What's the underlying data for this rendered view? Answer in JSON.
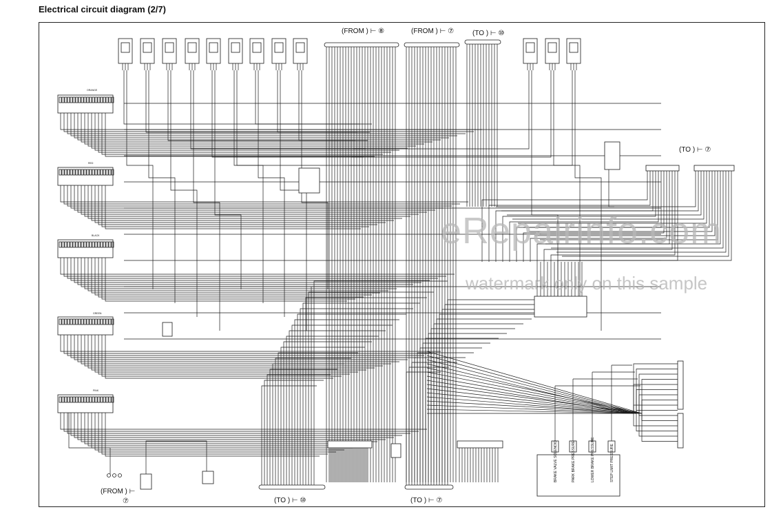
{
  "title": "Electrical circuit diagram (2/7)",
  "watermark": {
    "main": "eRepairinfo.com",
    "sub": "watermark only on this sample"
  },
  "bus_labels": {
    "top_from_1": "(FROM ) ⊢ ⑧",
    "top_from_2": "(FROM ) ⊢ ⑦",
    "top_to_1": "(TO ) ⊢ ⑩",
    "right_to": "(TO ) ⊢ ⑦",
    "bottom_from": "(FROM ) ⊢",
    "bottom_from_num": "⑦",
    "bottom_to_1": "(TO )  ⊢ ⑩",
    "bottom_to_2": "(TO )  ⊢ ⑦"
  },
  "brake_labels": [
    "BRAKE VALVE SOLENOID",
    "PARK BRAKE PRESSURE",
    "LOWER BRAKE PRESSURE",
    "STEP LIMIT PRESSURE"
  ],
  "connector_labels": [
    "ORANGE",
    "RED",
    "BLACK",
    "GREEN",
    "PINK"
  ],
  "colors": {
    "line": "#1a1a1a",
    "watermark": "#b8b8b8"
  }
}
